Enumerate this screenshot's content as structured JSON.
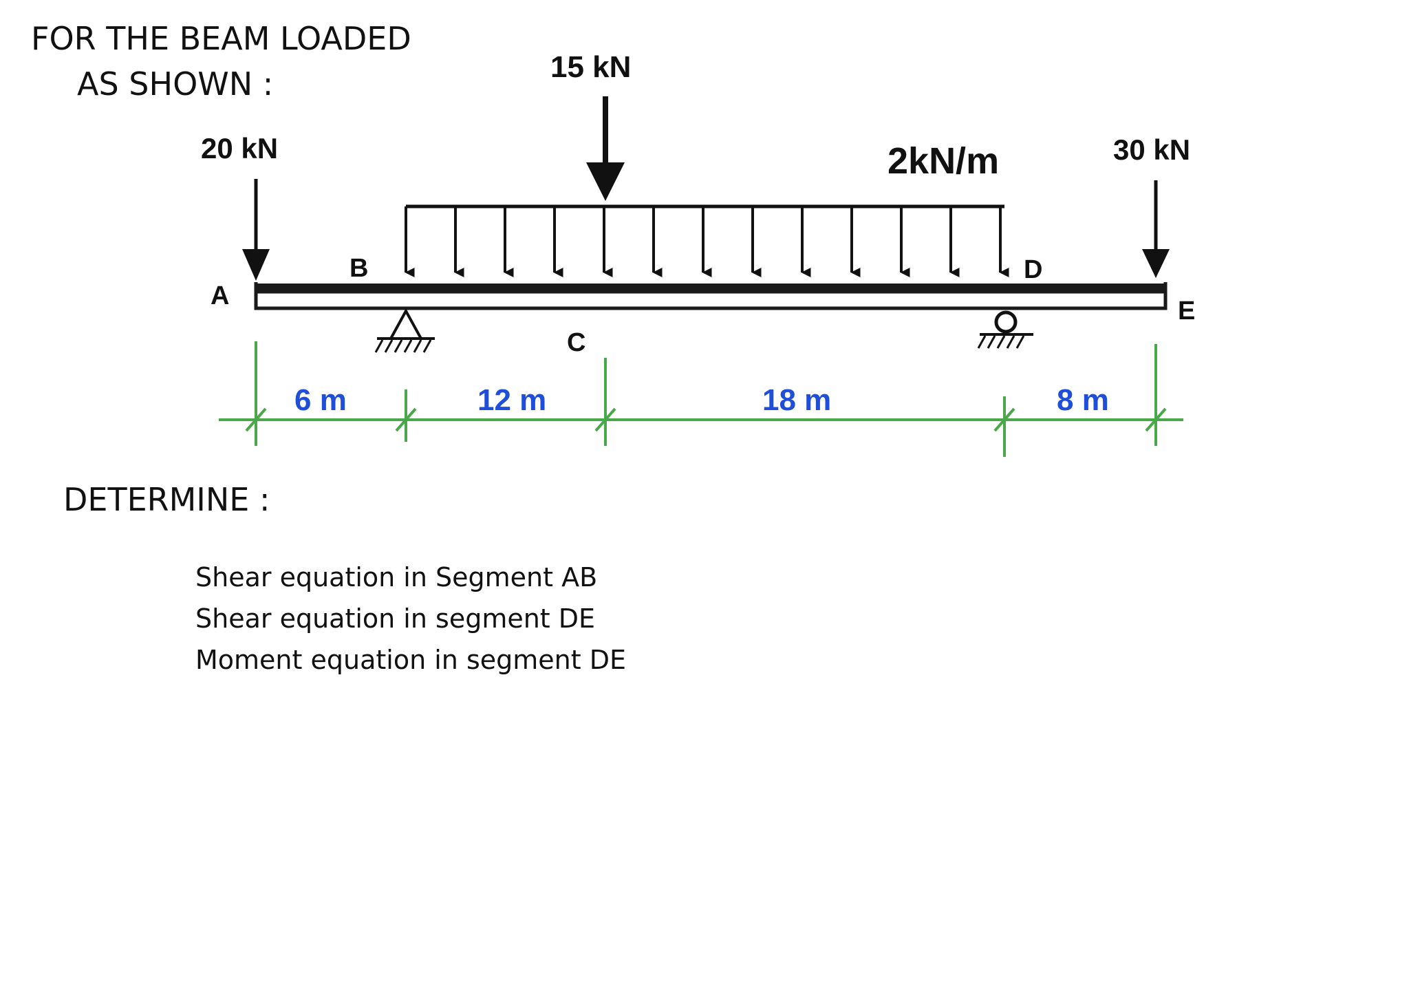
{
  "header": {
    "line1": "FOR  THE BEAM LOADED",
    "line2": "AS SHOWN :"
  },
  "loads": {
    "point_a": "20 kN",
    "point_c": "15 kN",
    "distributed": "2kN/m",
    "point_e": "30 kN"
  },
  "points": {
    "a": "A",
    "b": "B",
    "c": "C",
    "d": "D",
    "e": "E"
  },
  "dimensions": {
    "ab": "6 m",
    "bc": "12 m",
    "cd": "18 m",
    "de": "8 m"
  },
  "determine": {
    "heading": "DETERMINE :",
    "tasks": [
      "Shear equation in Segment  AB",
      "Shear equation in segment DE",
      "Moment equation in segment  DE"
    ]
  },
  "colors": {
    "beam": "#1a1a1a",
    "dimension_line": "#4aa84a",
    "dimension_text": "#1f4fd8"
  }
}
